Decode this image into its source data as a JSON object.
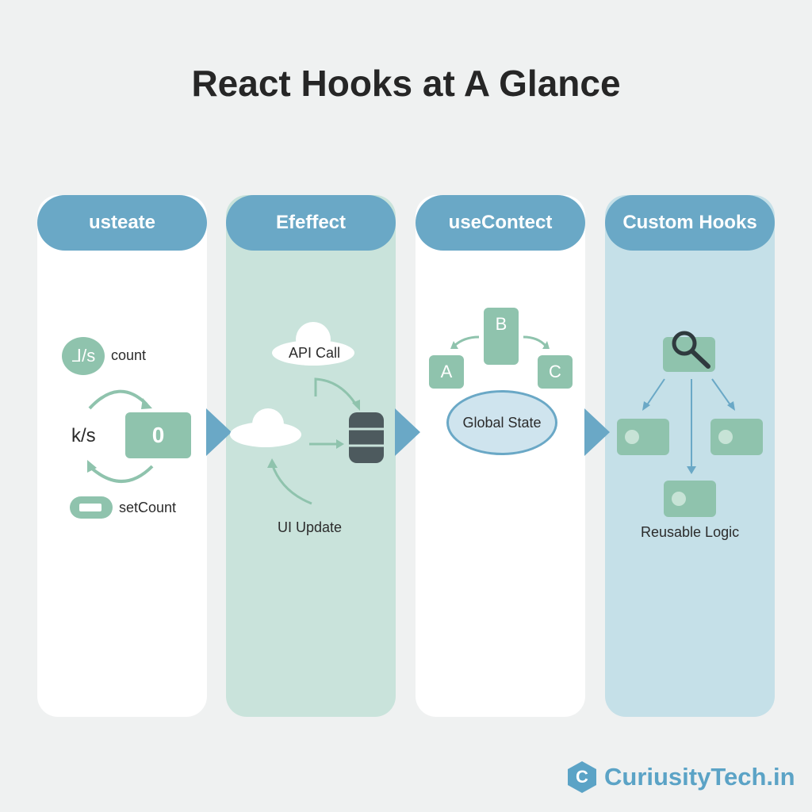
{
  "title": "React Hooks at A Glance",
  "columns": [
    {
      "header": "usteate",
      "labels": {
        "count": "count",
        "ks": "k/s",
        "value": "0",
        "setter": "setCount",
        "icon_text": "ᒧ/s"
      }
    },
    {
      "header": "Efeffect",
      "labels": {
        "api": "API Call",
        "ui": "UI Update"
      }
    },
    {
      "header": "useContect",
      "labels": {
        "a": "A",
        "b": "B",
        "c": "C",
        "global": "Global State"
      }
    },
    {
      "header": "Custom Hooks",
      "labels": {
        "reusable": "Reusable Logic"
      }
    }
  ],
  "logo": "CuriusityTech.in",
  "colors": {
    "accent": "#6aa8c6",
    "green": "#8fc3ad"
  }
}
